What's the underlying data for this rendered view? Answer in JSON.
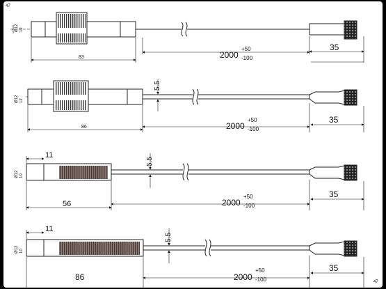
{
  "corner_marks": {
    "top_left": "47",
    "bottom_right": "47"
  },
  "drawings": [
    {
      "label_dia_left": "Ø12",
      "label_dia_small": "12",
      "label_overall": "83",
      "label_cable_dia": "",
      "label_cable_len": "2000",
      "label_tol_plus": "+50",
      "label_tol_minus": "-100",
      "label_connector_len": "35",
      "label_body_len": ""
    },
    {
      "label_dia_left": "Ø12",
      "label_dia_small": "12",
      "label_overall": "86",
      "label_cable_dia": "5.5",
      "label_cable_len": "2000",
      "label_tol_plus": "+50",
      "label_tol_minus": "-100",
      "label_connector_len": "35",
      "label_body_len": ""
    },
    {
      "label_dia_left": "Ø12",
      "label_dia_small": "10",
      "label_overall": "56",
      "label_cable_dia": "5.5",
      "label_cable_len": "2000",
      "label_tol_plus": "+50",
      "label_tol_minus": "-100",
      "label_connector_len": "35",
      "label_body_len": "11"
    },
    {
      "label_dia_left": "Ø12",
      "label_dia_small": "10",
      "label_overall": "86",
      "label_cable_dia": "5.5",
      "label_cable_len": "2000",
      "label_tol_plus": "+50",
      "label_tol_minus": "-100",
      "label_connector_len": "35",
      "label_body_len": "11"
    }
  ]
}
